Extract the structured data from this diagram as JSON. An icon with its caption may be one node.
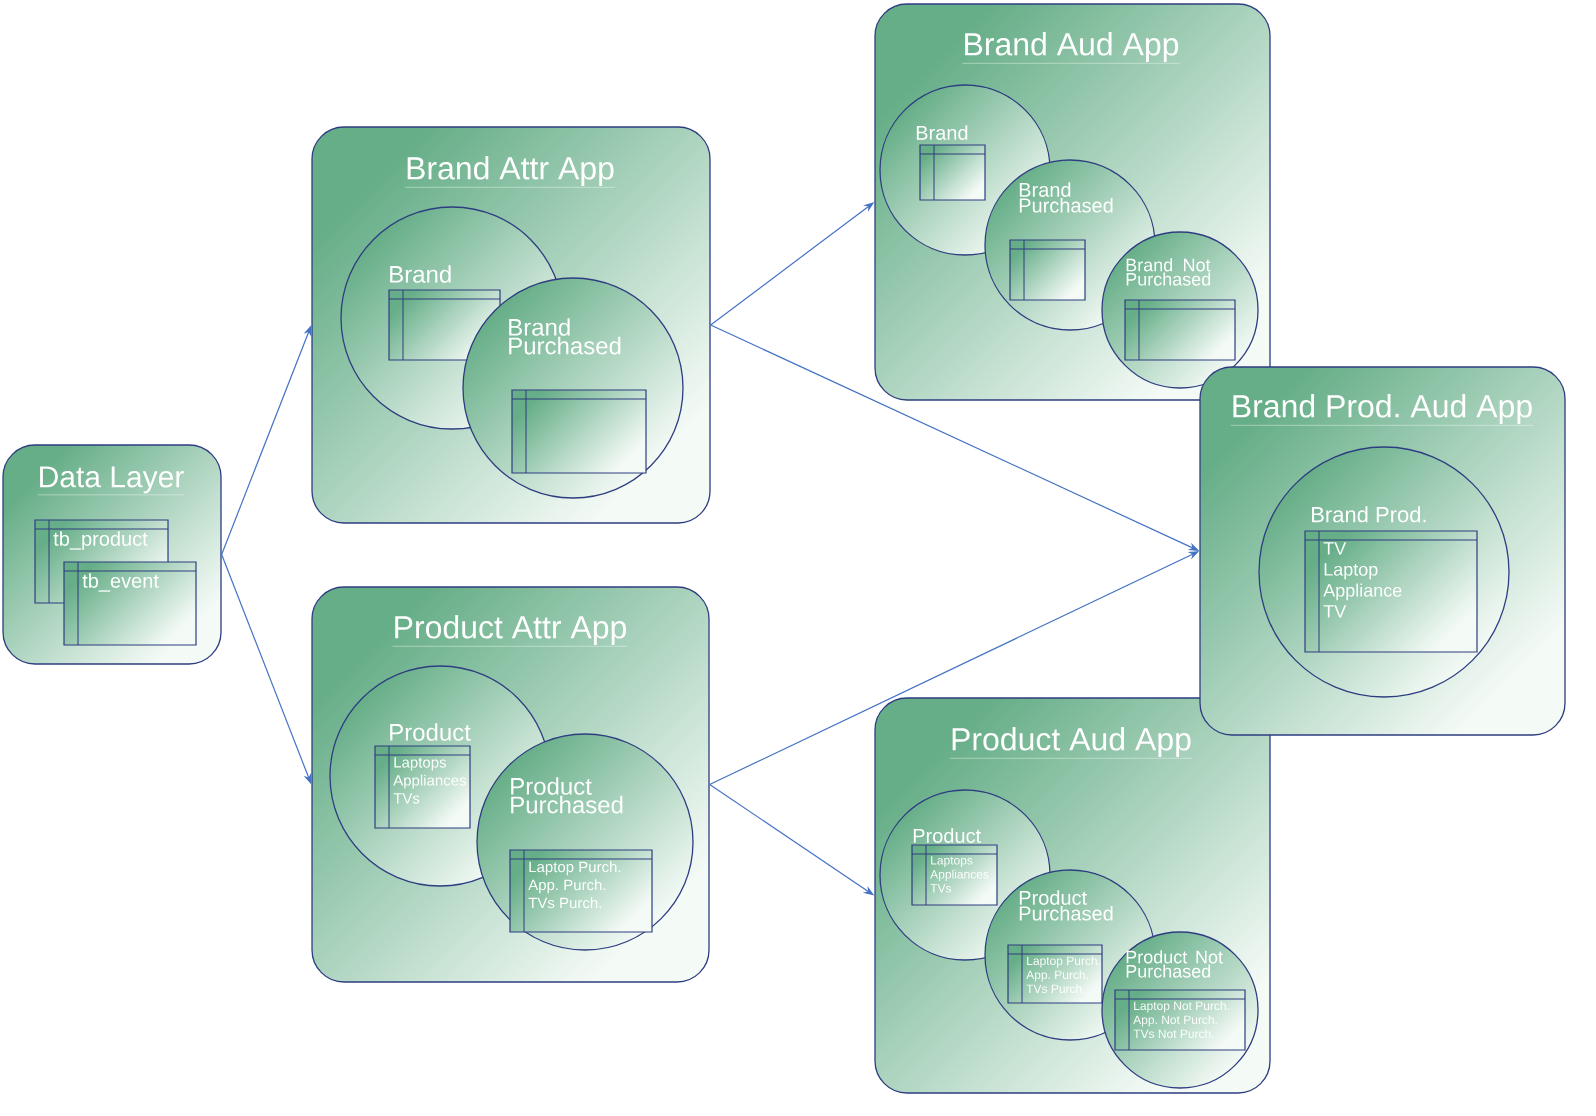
{
  "diagram": {
    "nodes": [
      {
        "text": [
          "Data Layer"
        ]
      },
      {
        "text": [
          "tb_product"
        ],
        "in": 0
      },
      {
        "text": [
          "tb_event"
        ],
        "in": 0
      },
      {
        "text": [
          "Brand Attr App"
        ]
      },
      {
        "text": [
          "Brand"
        ],
        "in": 3
      },
      {
        "text": [],
        "shape": "box",
        "in": 4
      },
      {
        "text": [
          "Brand Purchased"
        ],
        "in": 3
      },
      {
        "text": [],
        "shape": "box",
        "in": 6
      },
      {
        "text": [
          "Product Attr App"
        ]
      },
      {
        "text": [
          "Product"
        ],
        "in": 8
      },
      {
        "text": [
          "Laptops",
          "Appliances",
          "TVs"
        ],
        "in": 9
      },
      {
        "text": [
          "Product Purchased"
        ],
        "in": 8
      },
      {
        "text": [
          "Laptop Purch.",
          "App. Purch.",
          "TVs Purch."
        ],
        "in": 11
      },
      {
        "text": [
          "Brand Aud App"
        ]
      },
      {
        "text": [
          "Brand"
        ],
        "in": 13
      },
      {
        "text": [],
        "shape": "box",
        "in": 14
      },
      {
        "text": [
          "Brand Purchased"
        ],
        "in": 13
      },
      {
        "text": [],
        "shape": "box",
        "in": 16
      },
      {
        "text": [
          "Brand Not Purchased"
        ],
        "in": 13
      },
      {
        "text": [],
        "shape": "box",
        "in": 18
      },
      {
        "text": [
          "Brand Prod. Aud App"
        ]
      },
      {
        "text": [
          "Brand Prod."
        ],
        "in": 20
      },
      {
        "text": [
          "TV",
          "Laptop",
          "Appliance",
          "TV"
        ],
        "in": 21
      },
      {
        "text": [
          "Product Aud App"
        ]
      },
      {
        "text": [
          "Product"
        ],
        "in": 23
      },
      {
        "text": [
          "Laptops",
          "Appliances",
          "TVs"
        ],
        "in": 24
      },
      {
        "text": [
          "Product Purchased"
        ],
        "in": 23
      },
      {
        "text": [
          "Laptop Purch.",
          "App. Purch.",
          "TVs Purch."
        ],
        "in": 26
      },
      {
        "text": [
          "Product Not Purchased"
        ],
        "in": 23
      },
      {
        "text": [
          "Laptop Not Purch.",
          "App. Not Purch.",
          "TVs Not Purch."
        ],
        "in": 28
      }
    ],
    "edges": [
      {
        "from": 0,
        "to": 3,
        "arrow": "to"
      },
      {
        "from": 0,
        "to": 8,
        "arrow": "to"
      },
      {
        "from": 3,
        "to": 13,
        "arrow": "to"
      },
      {
        "from": 3,
        "to": 20,
        "arrow": "to"
      },
      {
        "from": 8,
        "to": 20,
        "arrow": "to"
      },
      {
        "from": 8,
        "to": 23,
        "arrow": "to"
      }
    ]
  }
}
